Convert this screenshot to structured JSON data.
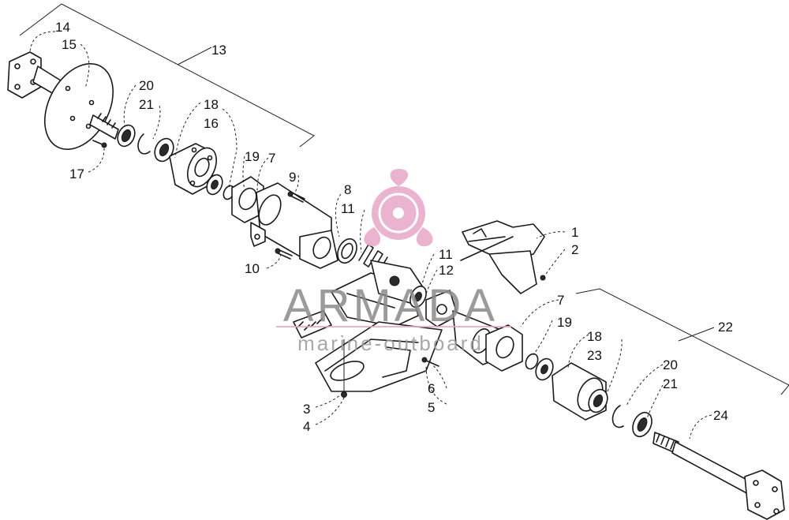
{
  "callouts": [
    {
      "id": "c14a",
      "text": "14"
    },
    {
      "id": "c15",
      "text": "15"
    },
    {
      "id": "c13",
      "text": "13"
    },
    {
      "id": "c20a",
      "text": "20"
    },
    {
      "id": "c21a",
      "text": "21"
    },
    {
      "id": "c18a",
      "text": "18"
    },
    {
      "id": "c16",
      "text": "16"
    },
    {
      "id": "c17",
      "text": "17"
    },
    {
      "id": "c19a",
      "text": "19"
    },
    {
      "id": "c7a",
      "text": "7"
    },
    {
      "id": "c9",
      "text": "9"
    },
    {
      "id": "c8",
      "text": "8"
    },
    {
      "id": "c11a",
      "text": "11"
    },
    {
      "id": "c10",
      "text": "10"
    },
    {
      "id": "c11b",
      "text": "11"
    },
    {
      "id": "c12",
      "text": "12"
    },
    {
      "id": "c1",
      "text": "1"
    },
    {
      "id": "c2",
      "text": "2"
    },
    {
      "id": "c7b",
      "text": "7"
    },
    {
      "id": "c19b",
      "text": "19"
    },
    {
      "id": "c22",
      "text": "22"
    },
    {
      "id": "c18b",
      "text": "18"
    },
    {
      "id": "c23",
      "text": "23"
    },
    {
      "id": "c20b",
      "text": "20"
    },
    {
      "id": "c21b",
      "text": "21"
    },
    {
      "id": "c24",
      "text": "24"
    },
    {
      "id": "c6",
      "text": "6"
    },
    {
      "id": "c5",
      "text": "5"
    },
    {
      "id": "c3",
      "text": "3"
    },
    {
      "id": "c4",
      "text": "4"
    }
  ],
  "watermark": {
    "brand": "ARMADA",
    "sub": "marine-outboard",
    "logo_color": "#e7a6c8",
    "text_color": "#8a8a8a"
  }
}
